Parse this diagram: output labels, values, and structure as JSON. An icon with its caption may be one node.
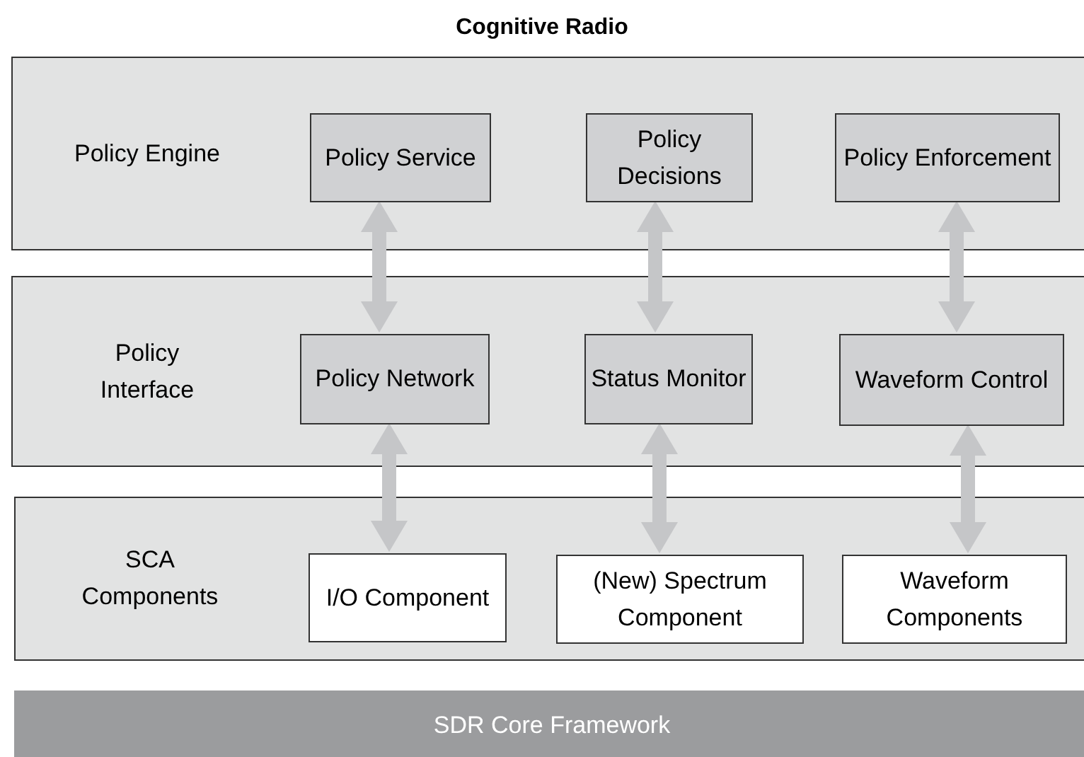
{
  "diagram": {
    "title": "Cognitive Radio",
    "nodes": [
      {
        "text": [
          "Policy Engine"
        ]
      },
      {
        "text": [
          "Policy Service"
        ],
        "in": 0
      },
      {
        "text": [
          "Policy Decisions"
        ],
        "in": 0
      },
      {
        "text": [
          "Policy Enforcement"
        ],
        "in": 0
      },
      {
        "text": [
          "Policy Interface"
        ]
      },
      {
        "text": [
          "Policy Network"
        ],
        "in": 4
      },
      {
        "text": [
          "Status Monitor"
        ],
        "in": 4
      },
      {
        "text": [
          "Waveform Control"
        ],
        "in": 4
      },
      {
        "text": [
          "SCA Components"
        ]
      },
      {
        "text": [
          "I/O Component"
        ],
        "in": 8
      },
      {
        "text": [
          "(New) Spectrum Component"
        ],
        "in": 8
      },
      {
        "text": [
          "Waveform Components"
        ],
        "in": 8
      },
      {
        "text": [
          "SDR Core Framework"
        ]
      }
    ],
    "edges": [
      {
        "from": 1,
        "to": 5,
        "arrow": "both"
      },
      {
        "from": 2,
        "to": 6,
        "arrow": "both"
      },
      {
        "from": 3,
        "to": 7,
        "arrow": "both"
      },
      {
        "from": 5,
        "to": 9,
        "arrow": "both"
      },
      {
        "from": 6,
        "to": 10,
        "arrow": "both"
      },
      {
        "from": 7,
        "to": 11,
        "arrow": "both"
      }
    ]
  }
}
